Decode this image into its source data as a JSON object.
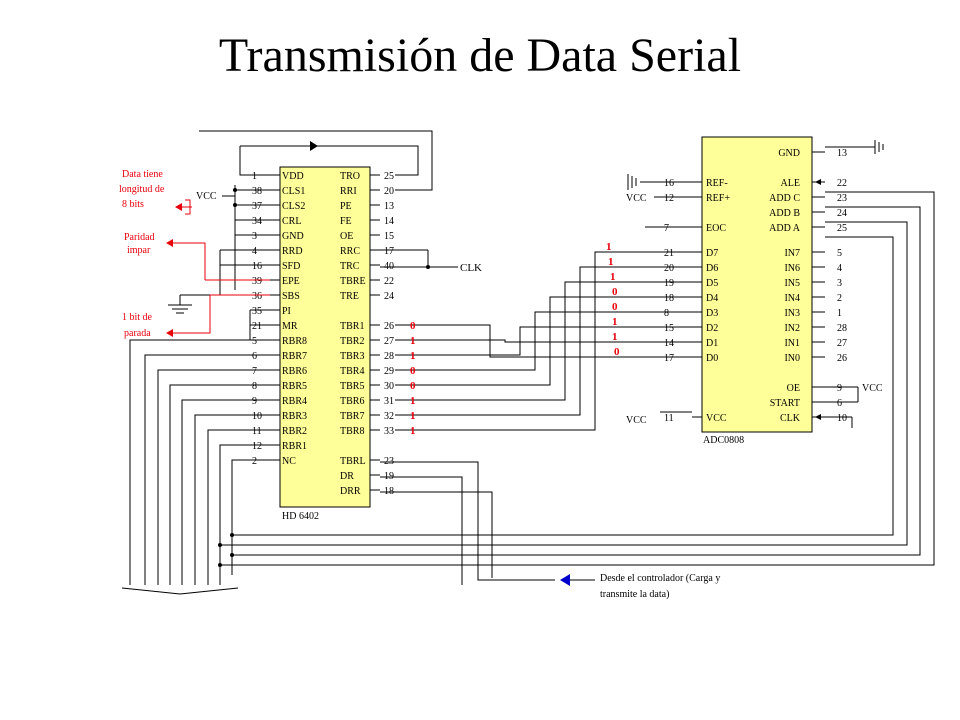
{
  "title": "Transmisión de Data Serial",
  "colors": {
    "chip": "#ffff99",
    "wire": "#000000",
    "annotation": "#e8000b",
    "arrow": "#0000cc"
  },
  "hd6402": {
    "name": "HD 6402",
    "left": [
      {
        "num": "1",
        "name": "VDD"
      },
      {
        "num": "38",
        "name": "CLS1"
      },
      {
        "num": "37",
        "name": "CLS2"
      },
      {
        "num": "34",
        "name": "CRL"
      },
      {
        "num": "3",
        "name": "GND"
      },
      {
        "num": "4",
        "name": "RRD"
      },
      {
        "num": "16",
        "name": "SFD"
      },
      {
        "num": "39",
        "name": "EPE"
      },
      {
        "num": "36",
        "name": "SBS"
      },
      {
        "num": "35",
        "name": "PI"
      },
      {
        "num": "21",
        "name": "MR"
      },
      {
        "num": "5",
        "name": "RBR8"
      },
      {
        "num": "6",
        "name": "RBR7"
      },
      {
        "num": "7",
        "name": "RBR6"
      },
      {
        "num": "8",
        "name": "RBR5"
      },
      {
        "num": "9",
        "name": "RBR4"
      },
      {
        "num": "10",
        "name": "RBR3"
      },
      {
        "num": "11",
        "name": "RBR2"
      },
      {
        "num": "12",
        "name": "RBR1"
      },
      {
        "num": "2",
        "name": "NC"
      }
    ],
    "right": [
      {
        "num": "25",
        "name": "TRO"
      },
      {
        "num": "20",
        "name": "RRI"
      },
      {
        "num": "13",
        "name": "PE"
      },
      {
        "num": "14",
        "name": "FE"
      },
      {
        "num": "15",
        "name": "OE"
      },
      {
        "num": "17",
        "name": "RRC"
      },
      {
        "num": "40",
        "name": "TRC"
      },
      {
        "num": "22",
        "name": "TBRE"
      },
      {
        "num": "24",
        "name": "TRE"
      },
      {
        "num": "",
        "name": ""
      },
      {
        "num": "26",
        "name": "TBR1"
      },
      {
        "num": "27",
        "name": "TBR2"
      },
      {
        "num": "28",
        "name": "TBR3"
      },
      {
        "num": "29",
        "name": "TBR4"
      },
      {
        "num": "30",
        "name": "TBR5"
      },
      {
        "num": "31",
        "name": "TBR6"
      },
      {
        "num": "32",
        "name": "TBR7"
      },
      {
        "num": "33",
        "name": "TBR8"
      },
      {
        "num": "",
        "name": ""
      },
      {
        "num": "23",
        "name": "TBRL"
      },
      {
        "num": "19",
        "name": "DR"
      },
      {
        "num": "18",
        "name": "DRR"
      }
    ]
  },
  "adc0808": {
    "name": "ADC0808",
    "left": [
      {
        "num": "16",
        "name": "REF-"
      },
      {
        "num": "12",
        "name": "REF+"
      },
      {
        "num": "7",
        "name": "EOC"
      },
      {
        "num": "21",
        "name": "D7"
      },
      {
        "num": "20",
        "name": "D6"
      },
      {
        "num": "19",
        "name": "D5"
      },
      {
        "num": "18",
        "name": "D4"
      },
      {
        "num": "8",
        "name": "D3"
      },
      {
        "num": "15",
        "name": "D2"
      },
      {
        "num": "14",
        "name": "D1"
      },
      {
        "num": "17",
        "name": "D0"
      },
      {
        "num": "11",
        "name": "VCC"
      }
    ],
    "right": [
      {
        "num": "13",
        "name": "GND"
      },
      {
        "num": "22",
        "name": "ALE"
      },
      {
        "num": "23",
        "name": "ADD C"
      },
      {
        "num": "24",
        "name": "ADD B"
      },
      {
        "num": "25",
        "name": "ADD A"
      },
      {
        "num": "5",
        "name": "IN7"
      },
      {
        "num": "4",
        "name": "IN6"
      },
      {
        "num": "3",
        "name": "IN5"
      },
      {
        "num": "2",
        "name": "IN4"
      },
      {
        "num": "1",
        "name": "IN3"
      },
      {
        "num": "28",
        "name": "IN2"
      },
      {
        "num": "27",
        "name": "IN1"
      },
      {
        "num": "26",
        "name": "IN0"
      },
      {
        "num": "9",
        "name": "OE"
      },
      {
        "num": "6",
        "name": "START"
      },
      {
        "num": "10",
        "name": "CLK"
      }
    ]
  },
  "labels": {
    "clk": "CLK",
    "vcc": "VCC",
    "data_length": [
      "Data tiene",
      "longitud de",
      "8  bits"
    ],
    "parity": [
      "Paridad",
      "impar"
    ],
    "stop_bit": [
      "1 bit de",
      "parada"
    ],
    "controller": [
      "Desde el controlador (Carga y",
      "transmite la data)"
    ]
  },
  "tbr_bits": [
    "0",
    "1",
    "1",
    "0",
    "0",
    "1",
    "1",
    "1"
  ],
  "adc_bits": [
    "1",
    "1",
    "1",
    "0",
    "0",
    "1",
    "1",
    "0"
  ]
}
